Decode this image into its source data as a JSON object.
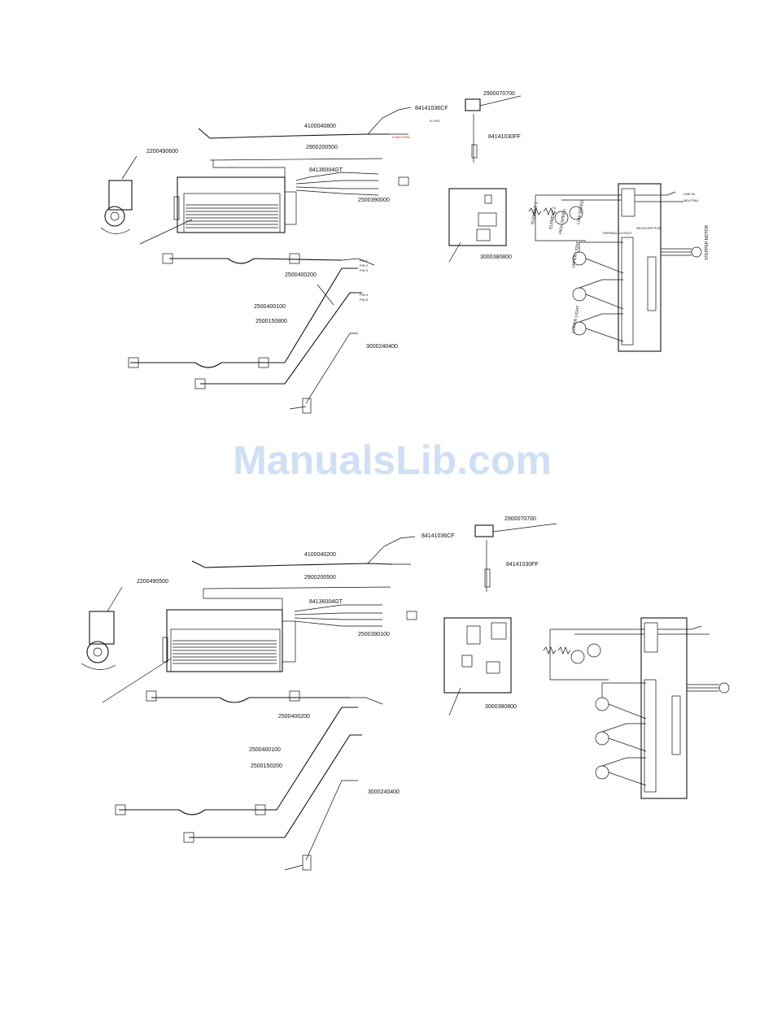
{
  "watermark": "ManualsLib.com",
  "diagram_top": {
    "part_numbers": {
      "p41000": "4100040800",
      "p84141036cf": "84141036CF",
      "p2900": "2900070700",
      "p84141030ff": "84141030FF",
      "p22004": "2200490600",
      "p29002": "2900200500",
      "p84136": "84136004GT",
      "p25003": "2500390000",
      "p30003": "3000380800",
      "p25004": "2500400200",
      "p25004b": "2500400100",
      "p25001": "2500150800",
      "p30002": "3000240400"
    },
    "small_labels": {
      "a_live": "A LIVE",
      "neutral": "A NEUTRAL",
      "pin1": "PIN 1",
      "pin2": "PIN 2",
      "pin3": "PIN 3",
      "pin4": "PIN 4",
      "pin5": "PIN 5"
    },
    "schematic": {
      "line_in": "LINE IN",
      "neutral": "NEUTRAL",
      "element1": "ELEMENT 1",
      "element2": "ELEMENT 2",
      "high_speed": "HIGH SPEED",
      "low_speed": "LOW SPEED",
      "thermal_cutout": "THERMAL CUTOUT",
      "receiver_pcb": "RECEIVER PCB",
      "upper_light": "UPPER LIGHT",
      "lower_light": "LOWER LIGHT",
      "stepper_motor": "STEPPER MOTOR"
    }
  },
  "diagram_bottom": {
    "part_numbers": {
      "p41000": "4100040200",
      "p84141036cf": "84141036CF",
      "p2900": "2900070700",
      "p84141030ff": "84141030FF",
      "p22004": "2200490500",
      "p29002": "2900200500",
      "p84136": "84136004GT",
      "p25003": "2500390100",
      "p30003": "3000380800",
      "p25004": "2500400200",
      "p25004b": "2500400100",
      "p25001": "2500150200",
      "p30002": "3000240400"
    }
  }
}
